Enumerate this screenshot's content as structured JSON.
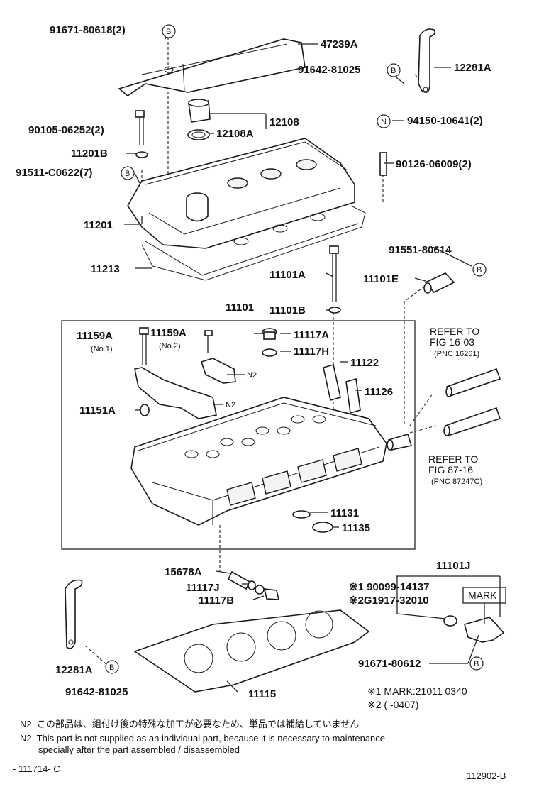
{
  "callouts": {
    "c91671_80618": "91671-80618(2)",
    "c47239A": "47239A",
    "c91642_81025_top": "91642-81025",
    "c12281A_top": "12281A",
    "c12108": "12108",
    "c12108A": "12108A",
    "c90105_06252": "90105-06252(2)",
    "c94150_10641": "94150-10641(2)",
    "c11201B": "11201B",
    "c91511_C0622": "91511-C0622(7)",
    "c90126_06009": "90126-06009(2)",
    "c11201": "11201",
    "c11213": "11213",
    "c91551_80614": "91551-80614",
    "c11101A": "11101A",
    "c11101E": "11101E",
    "c11101": "11101",
    "c11101B": "11101B",
    "c11159A_1": "11159A",
    "c11159A_2": "11159A",
    "c11117A": "11117A",
    "c11117H": "11117H",
    "c11122": "11122",
    "c11126": "11126",
    "c11151A": "11151A",
    "c11131": "11131",
    "c11135": "11135",
    "c11101J": "11101J",
    "c15678A": "15678A",
    "c11117J": "11117J",
    "c11117B": "11117B",
    "c90099_14137": "※1 90099-14137",
    "c2G1917_32010": "※2G1917-32010",
    "c91671_80612": "91671-80612",
    "c12281A_bot": "12281A",
    "c91642_81025_bot": "91642-81025",
    "c11115": "11115"
  },
  "badges": {
    "b": "B",
    "n": "N"
  },
  "sublabels": {
    "no1": "(No.1)",
    "no2": "(No.2)",
    "n2a": "N2",
    "n2b": "N2",
    "mark": "MARK"
  },
  "refs": {
    "ref1_line1": "REFER TO",
    "ref1_line2": "FIG 16-03",
    "ref1_line3": "(PNC 16261)",
    "ref2_line1": "REFER TO",
    "ref2_line2": "FIG 87-16",
    "ref2_line3": "(PNC 87247C)"
  },
  "mark_notes": {
    "m1": "※1  MARK:21011 0340",
    "m2": "※2 (      -0407)"
  },
  "notes": {
    "n2_jp_key": "N2",
    "n2_jp": "この部品は、組付け後の特殊な加工が必要なため、単品では補給していません",
    "n2_en_key": "N2",
    "n2_en_1": "This part is not supplied as an individual part, because it is necessary to maintenance",
    "n2_en_2": "specially after the part assembled / disassembled"
  },
  "footer": {
    "left_code": "- 111714- C",
    "right_code": "112902-B"
  }
}
